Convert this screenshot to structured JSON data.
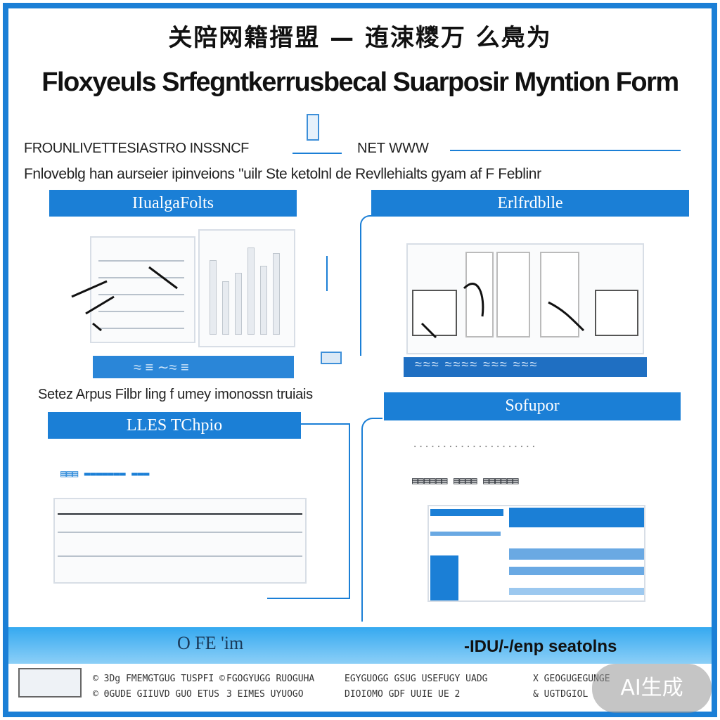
{
  "header": {
    "title_cn": "关陪网籍搢盟 — 迶涑糭万 么鳧为",
    "title_en": "Floxyeuls Srfegntkerrusbecal Suarposir Myntion Form"
  },
  "subheadings": {
    "line1_left": "FROUNLIVETTESIASTRO INSSNCF",
    "line1_right": "NET WWW",
    "line2": "Fnloveblg han aurseier ipinveions \"uilr Ste ketolnl de Revllehialts gyam af F Feblinr",
    "line3": "Setez Arpus Filbr ling f umey imonossn truiais"
  },
  "sections": {
    "top_left": {
      "label": "IIualgaFolts",
      "footer_label": "≈ ≡ ∼≈ ≡"
    },
    "top_right": {
      "label": "Erlfrdblle",
      "footer_label": "≈≈≈ ≈≈≈≈ ≈≈≈ ≈≈≈"
    },
    "bottom_left": {
      "label": "LLES TChpio"
    },
    "bottom_right": {
      "label": "Sofupor"
    }
  },
  "footer": {
    "left_label": "O FE 'im",
    "right_label": "-IDU/-/enp seatolns",
    "rows": [
      [
        "© 3Dg FMEMGTGUG TUSPFI ©",
        "FGOGYUGG RUOGUHA",
        "EGYGUOGG GSUG USEFUGY UADG",
        "X GEOGUGEGUNGE"
      ],
      [
        "© ΘGUDE GIIUVD GUO ETUS",
        "3 EIMES UYUOGO",
        "DIOIOMO GDF UUIE UE 2",
        "& UGTDGIOL"
      ]
    ]
  },
  "badge": {
    "label": "AI生成"
  },
  "colors": {
    "accent": "#1b7fd6",
    "band": "#35a9f0"
  },
  "icons": [
    "monitor-icon",
    "connector-icon",
    "printer-icon"
  ]
}
